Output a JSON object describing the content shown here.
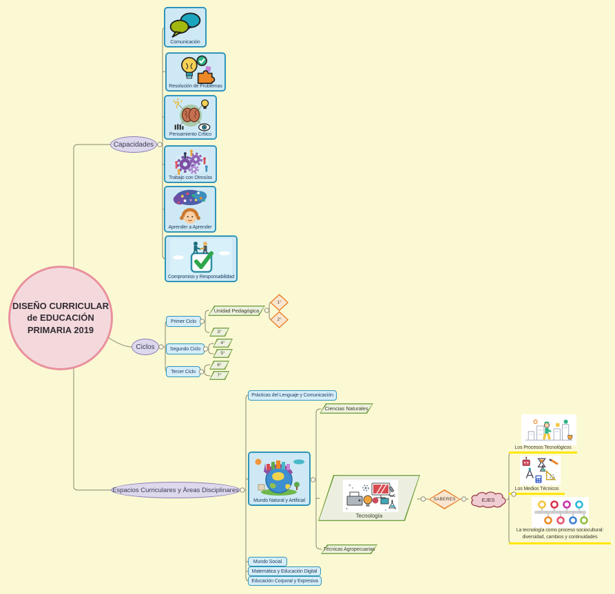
{
  "title": "DISEÑO CURRICULAR\nde EDUCACIÓN\nPRIMARIA 2019",
  "palette": {
    "background": "#FBF9D3",
    "line": "#85856E",
    "root_fill": "#F3D9DC",
    "root_border": "#E9909E",
    "ellipse_fill": "#DDD8EB",
    "ellipse_border": "#8A7DB8",
    "box_fill": "#D5EDF8",
    "box_border": "#2E94BA",
    "parallelogram_fill": "#EEF1DE",
    "parallelogram_border": "#74A142",
    "diamond_fill": "#FAE6D0",
    "diamond_border": "#E8802B",
    "cloud_fill": "#EFCDD2",
    "cloud_border": "#A14B56",
    "underline": "#FFE604"
  },
  "capacidades": {
    "label": "Capacidades",
    "items": [
      {
        "label": "Comunicación",
        "icon": "speech-bubbles-icon"
      },
      {
        "label": "Resolución de Problemas",
        "icon": "bulb-puzzle-icon"
      },
      {
        "label": "Pensamiento Crítico",
        "icon": "brain-eye-icon"
      },
      {
        "label": "Trabajo con Otros/as",
        "icon": "gears-people-icon"
      },
      {
        "label": "Aprender a Aprender",
        "icon": "mind-cloud-icon"
      },
      {
        "label": "Compromiso y Responsabilidad",
        "icon": "handshake-checkbox-icon"
      }
    ]
  },
  "ciclos": {
    "label": "Ciclos",
    "primer": "Primer Ciclo",
    "segundo": "Segundo Ciclo",
    "tercer": "Tercer Ciclo",
    "unidad": "Unidad Pedagógica",
    "grados": {
      "g1": "1°",
      "g2": "2°",
      "g3": "3°",
      "g4": "4°",
      "g5": "5°",
      "g6": "6°",
      "g7": "7°"
    }
  },
  "espacios": {
    "label": "Espacios Curriculares y Áreas Disciplinares",
    "practicas": "Prácticas del Lenguaje y Comunicación",
    "mundo_natural": "Mundo Natural y Artificial",
    "ciencias": "Ciencias Naturales",
    "tecnologia": "Tecnología",
    "tecnicas": "Técnicas Agropecuarias",
    "mundo_social": "Mundo Social",
    "matematica": "Matemática y Educación Digital",
    "corporal": "Educación Corporal y Expresiva",
    "saberes": "SABERES",
    "ejes": "EJES",
    "ejes_items": [
      {
        "label": "Los Procesos Tecnológicos",
        "icon": "processes-illustration"
      },
      {
        "label": "Los Medios Técnicos",
        "icon": "tools-illustration"
      },
      {
        "label": "La tecnología como proceso sociocultural:\ndiversidad, cambios y continuidades",
        "icon": "timeline-illustration"
      }
    ]
  }
}
